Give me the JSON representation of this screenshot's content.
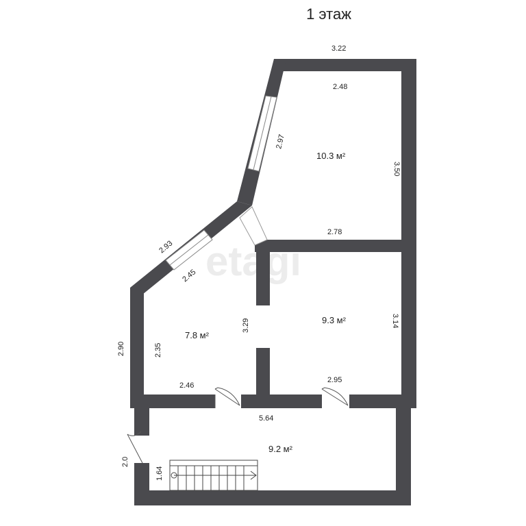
{
  "title": "1 этаж",
  "watermark": "etagi",
  "colors": {
    "wall": "#4a4a4e",
    "text": "#222222",
    "window_frame": "#888888"
  },
  "rooms": {
    "top_right_area": "10.3 м²",
    "middle_right_area": "9.3 м²",
    "left_area": "7.8 м²",
    "bottom_area": "9.2 м²"
  },
  "dimensions": {
    "top_outer": "3.22",
    "top_inner": "2.48",
    "diag_upper": "2.97",
    "right_upper": "3.50",
    "mid_divider": "2.78",
    "diag_lower_outer": "2.93",
    "diag_lower_inner": "2.45",
    "left_outer": "2.90",
    "left_inner": "2.35",
    "inner_partition": "3.29",
    "right_lower": "3.14",
    "left_room_bottom": "2.46",
    "mid_room_bottom": "2.95",
    "bottom_room_top": "5.64",
    "bottom_left_outer": "2.0",
    "stair_height": "1.64"
  }
}
